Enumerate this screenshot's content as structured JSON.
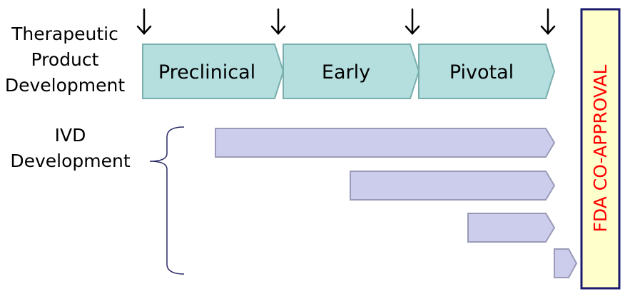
{
  "labels": {
    "therapeutic_line1": "Therapeutic",
    "therapeutic_line2": "Product",
    "therapeutic_line3": "Development",
    "ivd_line1": "IVD",
    "ivd_line2": "Development"
  },
  "stages": [
    "Preclinical",
    "Early",
    "Pivotal"
  ],
  "approval_text": "FDA CO-APPROVAL",
  "colors": {
    "stage_fill": "#b5dede",
    "stage_stroke": "#78aeae",
    "ivd_fill": "#cccced",
    "ivd_stroke": "#9a9ab8",
    "approval_fill": "#ffffcc",
    "approval_stroke": "#1a1a6e",
    "approval_text": "#ff0000",
    "brace": "#2a2a66"
  },
  "icons": {
    "milestone": "down-arrow-icon"
  }
}
